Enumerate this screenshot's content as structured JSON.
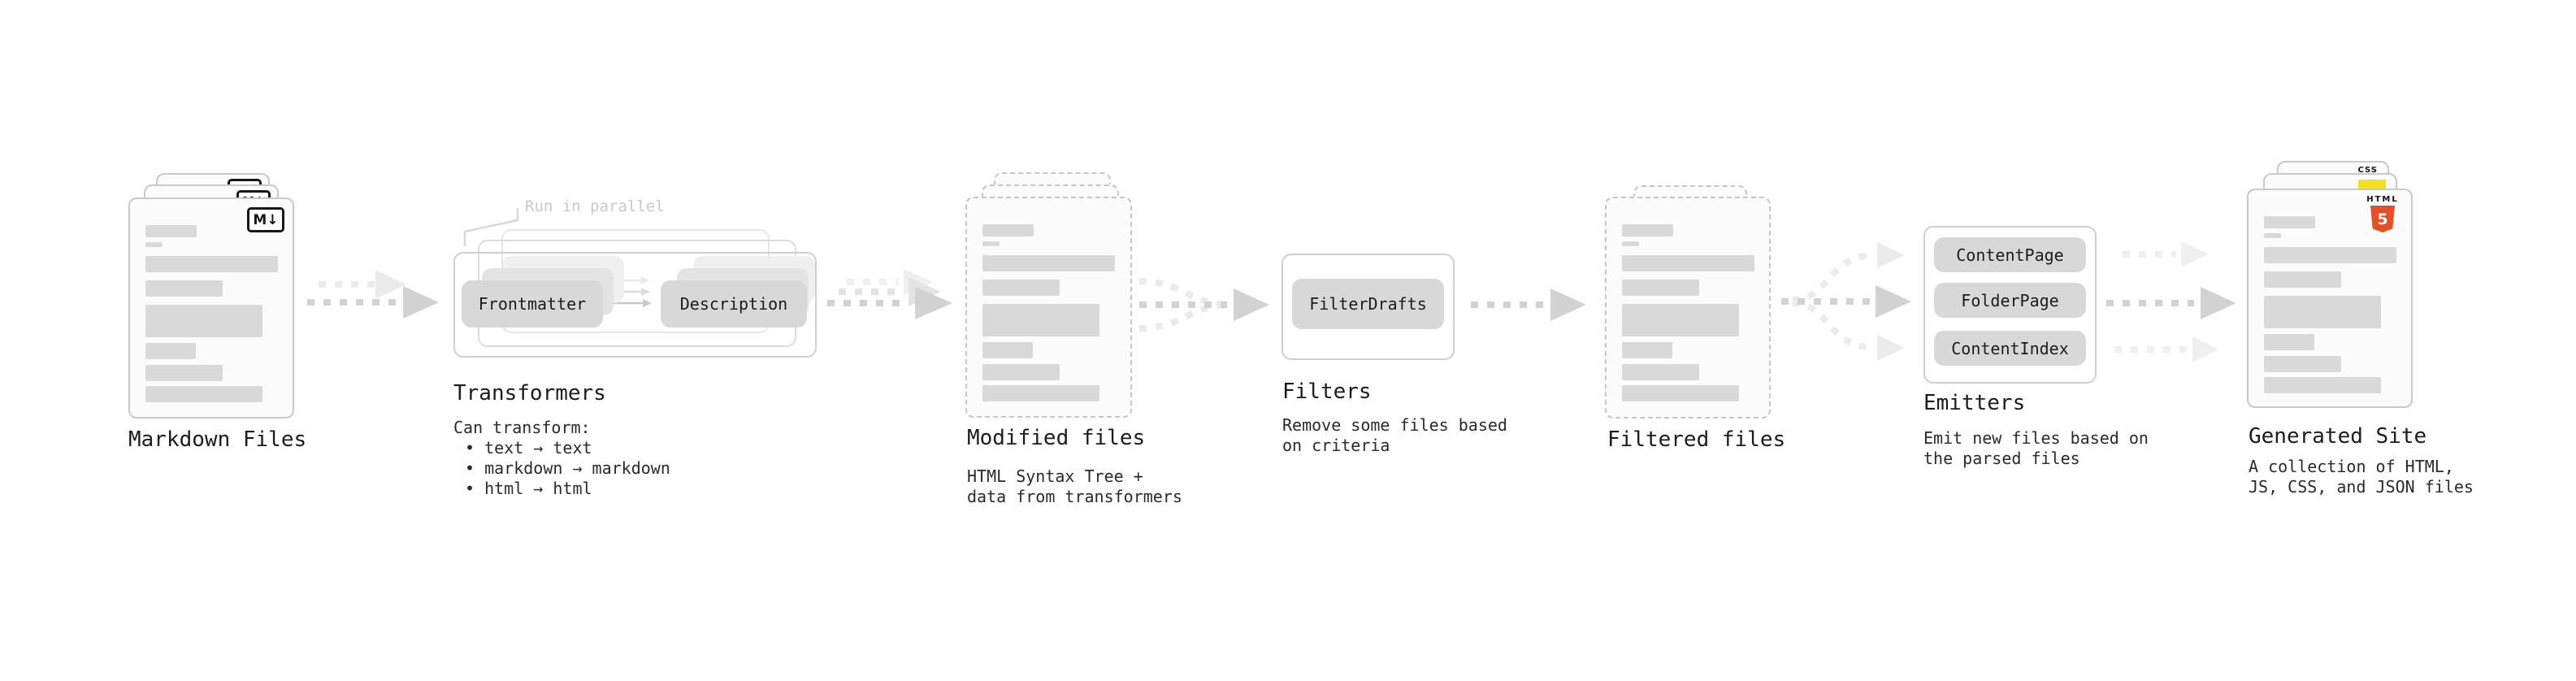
{
  "stages": {
    "markdown_files": {
      "label": "Markdown Files",
      "icon_glyph": "M↓"
    },
    "transformers": {
      "label": "Transformers",
      "parallel_note": "Run in parallel",
      "pill_left": "Frontmatter",
      "pill_right": "Description",
      "caption_title": "Can transform:",
      "bullets": [
        "• text → text",
        "• markdown → markdown",
        "• html → html"
      ]
    },
    "modified_files": {
      "label": "Modified files",
      "caption": [
        "HTML Syntax Tree +",
        "data from transformers"
      ]
    },
    "filters": {
      "label": "Filters",
      "pill": "FilterDrafts",
      "caption": [
        "Remove some files based",
        "on criteria"
      ]
    },
    "filtered_files": {
      "label": "Filtered files"
    },
    "emitters": {
      "label": "Emitters",
      "pills": [
        "ContentPage",
        "FolderPage",
        "ContentIndex"
      ],
      "caption": [
        "Emit new files based on",
        "the parsed files"
      ]
    },
    "generated_site": {
      "label": "Generated Site",
      "caption": [
        "A collection of HTML,",
        "JS, CSS, and JSON files"
      ],
      "css_badge": "CSS",
      "html_badge_label": "HTML",
      "html_badge_number": "5"
    }
  },
  "colors": {
    "html5_orange": "#e34f26",
    "js_yellow": "#f7df1e",
    "css_blue": "#2965f1",
    "arrow_gray": "#d2d2d2",
    "arrow_mid": "#e0e0e0",
    "arrow_faint": "#ebebeb",
    "pill_gray": "#d8d8d8",
    "note_gray": "#c9c9c9"
  },
  "skeleton_bars": [
    {
      "t": 32,
      "w": 63,
      "h": 15
    },
    {
      "t": 53,
      "w": 21,
      "h": 6
    },
    {
      "t": 70,
      "w": 163,
      "h": 20
    },
    {
      "t": 100,
      "w": 95,
      "h": 20
    },
    {
      "t": 130,
      "w": 144,
      "h": 40
    },
    {
      "t": 177,
      "w": 62,
      "h": 20
    },
    {
      "t": 204,
      "w": 95,
      "h": 20
    },
    {
      "t": 230,
      "w": 144,
      "h": 20
    }
  ]
}
